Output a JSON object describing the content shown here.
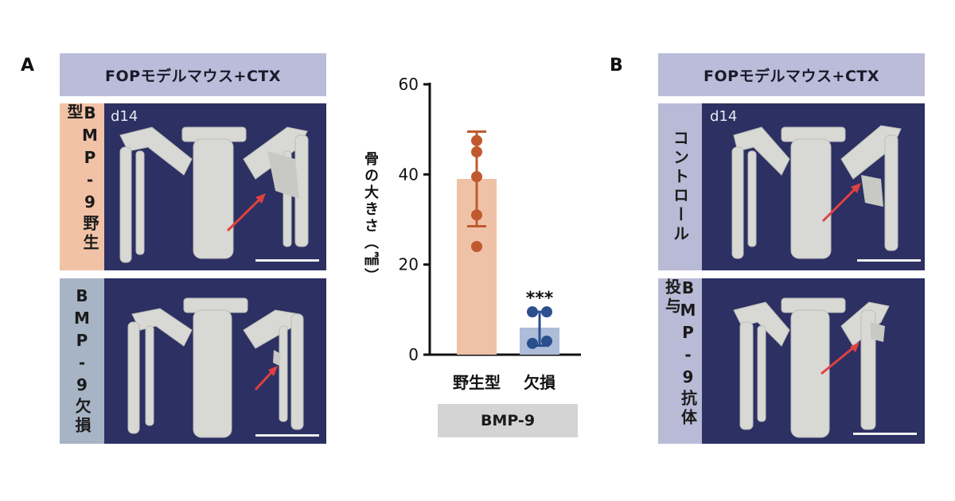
{
  "panels": {
    "a_letter": "A",
    "b_letter": "B",
    "a_header": "FOPモデルマウス+CTX",
    "b_header": "FOPモデルマウス+CTX",
    "a_row1_label": "BMP-9野生型",
    "a_row2_label": "BMP-9欠損",
    "b_row1_label": "コントロール",
    "b_row2_label": "BMP-9抗体投与",
    "day_a": "d14",
    "day_b": "d14",
    "a_row1_color": "#f2c2a6",
    "a_row2_color": "#a7b4c6",
    "b_label_color": "#b9bad6",
    "image_bg": "#2c3063",
    "arrow_color": "#e0413f"
  },
  "chart_data": {
    "type": "bar",
    "ylabel": "骨の大きさ（㎣）",
    "ylim": [
      0,
      60
    ],
    "yticks": [
      "0",
      "20",
      "40",
      "60"
    ],
    "categories": [
      "野生型",
      "欠損"
    ],
    "group_label": "BMP-9",
    "significance": "***",
    "series": [
      {
        "values": [
          39,
          6
        ],
        "error": [
          [
            28.5,
            49.5
          ],
          [
            2,
            9.5
          ]
        ],
        "points": [
          [
            24,
            31,
            39.5,
            45,
            47.5
          ],
          [
            2.5,
            3,
            9.5,
            9.5
          ]
        ]
      }
    ],
    "bar_colors": [
      "#efc2a8",
      "#adbdd9"
    ],
    "point_colors": [
      "#c05a2e",
      "#2a4f8f"
    ]
  }
}
